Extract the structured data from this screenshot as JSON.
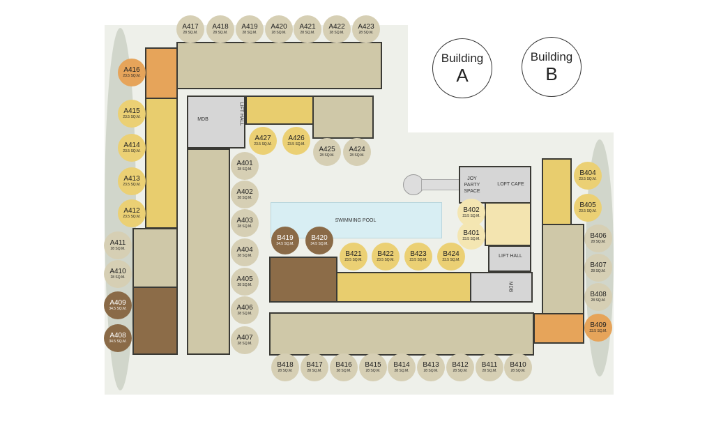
{
  "buildings": [
    {
      "label": "Building",
      "letter": "A"
    },
    {
      "label": "Building",
      "letter": "B"
    }
  ],
  "facilities": {
    "pool": "SWIMMING POOL",
    "mdb": "MDB",
    "mdb_b": "MDB",
    "lift_hall_a": "LIFT HALL",
    "lift_hall_b": "LIFT HALL",
    "party": "JOY PARTY SPACE",
    "cafe": "LOFT CAFE"
  },
  "units": [
    {
      "id": "A417",
      "area": "28 SQ.M.",
      "type": "tan"
    },
    {
      "id": "A418",
      "area": "28 SQ.M.",
      "type": "tan"
    },
    {
      "id": "A419",
      "area": "28 SQ.M.",
      "type": "tan"
    },
    {
      "id": "A420",
      "area": "28 SQ.M.",
      "type": "tan"
    },
    {
      "id": "A421",
      "area": "28 SQ.M.",
      "type": "tan"
    },
    {
      "id": "A422",
      "area": "28 SQ.M.",
      "type": "tan"
    },
    {
      "id": "A423",
      "area": "28 SQ.M.",
      "type": "tan"
    },
    {
      "id": "A416",
      "area": "23.5 SQ.M.",
      "type": "org"
    },
    {
      "id": "A415",
      "area": "23.5 SQ.M.",
      "type": "yel"
    },
    {
      "id": "A414",
      "area": "23.5 SQ.M.",
      "type": "yel"
    },
    {
      "id": "A413",
      "area": "23.5 SQ.M.",
      "type": "yel"
    },
    {
      "id": "A412",
      "area": "23.5 SQ.M.",
      "type": "yel"
    },
    {
      "id": "A411",
      "area": "28 SQ.M.",
      "type": "tan"
    },
    {
      "id": "A410",
      "area": "28 SQ.M.",
      "type": "tan"
    },
    {
      "id": "A409",
      "area": "34.5 SQ.M.",
      "type": "brn"
    },
    {
      "id": "A408",
      "area": "34.5 SQ.M.",
      "type": "brn"
    },
    {
      "id": "A427",
      "area": "23.5 SQ.M.",
      "type": "yel"
    },
    {
      "id": "A426",
      "area": "23.5 SQ.M.",
      "type": "yel"
    },
    {
      "id": "A425",
      "area": "28 SQ.M.",
      "type": "tan"
    },
    {
      "id": "A424",
      "area": "28 SQ.M.",
      "type": "tan"
    },
    {
      "id": "A401",
      "area": "28 SQ.M.",
      "type": "tan"
    },
    {
      "id": "A402",
      "area": "28 SQ.M.",
      "type": "tan"
    },
    {
      "id": "A403",
      "area": "28 SQ.M.",
      "type": "tan"
    },
    {
      "id": "A404",
      "area": "28 SQ.M.",
      "type": "tan"
    },
    {
      "id": "A405",
      "area": "28 SQ.M.",
      "type": "tan"
    },
    {
      "id": "A406",
      "area": "28 SQ.M.",
      "type": "tan"
    },
    {
      "id": "A407",
      "area": "28 SQ.M.",
      "type": "tan"
    },
    {
      "id": "B419",
      "area": "34.5 SQ.M.",
      "type": "brn"
    },
    {
      "id": "B420",
      "area": "34.5 SQ.M.",
      "type": "brn"
    },
    {
      "id": "B421",
      "area": "23.5 SQ.M.",
      "type": "yel"
    },
    {
      "id": "B422",
      "area": "23.5 SQ.M.",
      "type": "yel"
    },
    {
      "id": "B423",
      "area": "23.5 SQ.M.",
      "type": "yel"
    },
    {
      "id": "B424",
      "area": "23.5 SQ.M.",
      "type": "yel"
    },
    {
      "id": "B402",
      "area": "23.5 SQ.M.",
      "type": "lyel"
    },
    {
      "id": "B401",
      "area": "23.5 SQ.M.",
      "type": "lyel"
    },
    {
      "id": "B404",
      "area": "23.5 SQ.M.",
      "type": "yel"
    },
    {
      "id": "B405",
      "area": "23.5 SQ.M.",
      "type": "yel"
    },
    {
      "id": "B406",
      "area": "28 SQ.M.",
      "type": "tan"
    },
    {
      "id": "B407",
      "area": "28 SQ.M.",
      "type": "tan"
    },
    {
      "id": "B408",
      "area": "28 SQ.M.",
      "type": "tan"
    },
    {
      "id": "B409",
      "area": "23.5 SQ.M.",
      "type": "org"
    },
    {
      "id": "B418",
      "area": "28 SQ.M.",
      "type": "tan"
    },
    {
      "id": "B417",
      "area": "28 SQ.M.",
      "type": "tan"
    },
    {
      "id": "B416",
      "area": "28 SQ.M.",
      "type": "tan"
    },
    {
      "id": "B415",
      "area": "28 SQ.M.",
      "type": "tan"
    },
    {
      "id": "B414",
      "area": "28 SQ.M.",
      "type": "tan"
    },
    {
      "id": "B413",
      "area": "28 SQ.M.",
      "type": "tan"
    },
    {
      "id": "B412",
      "area": "28 SQ.M.",
      "type": "tan"
    },
    {
      "id": "B411",
      "area": "28 SQ.M.",
      "type": "tan"
    },
    {
      "id": "B410",
      "area": "28 SQ.M.",
      "type": "tan"
    }
  ]
}
